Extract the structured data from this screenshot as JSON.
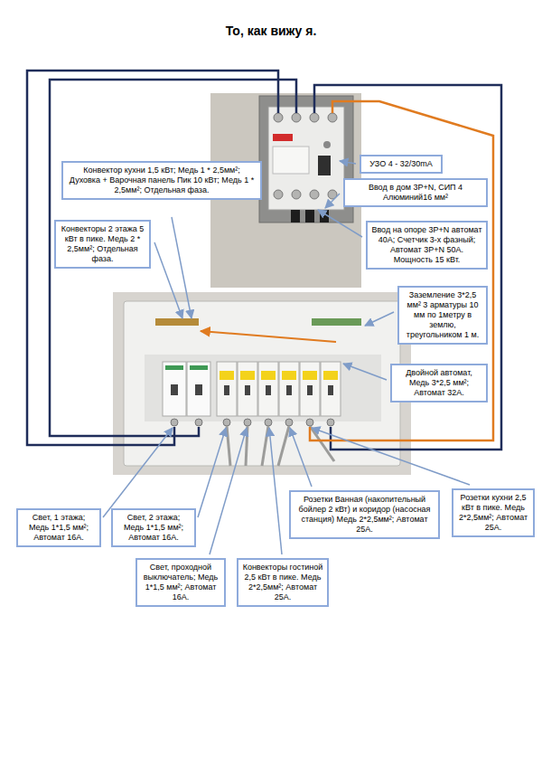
{
  "diagram": {
    "title": "То, как вижу я.",
    "nodes": [
      {
        "text": [
          "Конвектор кухни 1,5 кВт; Медь 1 * 2,5мм²; Духовка + Варочная панель Пик 10 кВт; Медь 1 * 2,5мм²; Отдельная фаза."
        ]
      },
      {
        "text": [
          "УЗО 4 - 32/30mA"
        ]
      },
      {
        "text": [
          "Ввод в дом 3Р+N, СИП 4 Алюминий16 мм²"
        ]
      },
      {
        "text": [
          "Ввод на опоре 3Р+N автомат 40А; Счетчик 3-х фазный; Автомат 3Р+N 50А. Мощность 15 кВт."
        ]
      },
      {
        "text": [
          "Конвекторы 2 этажа 5 кВт в пике. Медь 2 * 2,5мм²; Отдельная фаза."
        ]
      },
      {
        "text": [
          "Заземление 3*2,5 мм² 3 арматуры 10 мм по 1метру в землю, треугольником 1 м."
        ]
      },
      {
        "text": [
          "Двойной автомат, Медь 3*2,5 мм²; Автомат 32А."
        ]
      },
      {
        "text": [
          "Свет, 1 этажа; Медь 1*1,5 мм²; Автомат 16А."
        ]
      },
      {
        "text": [
          "Свет, 2 этажа; Медь 1*1,5 мм²; Автомат 16А."
        ]
      },
      {
        "text": [
          "Свет, проходной выключатель; Медь 1*1,5 мм²; Автомат 16А."
        ]
      },
      {
        "text": [
          "Конвекторы гостиной 2,5 кВт в пике. Медь 2*2,5мм²; Автомат 25А."
        ]
      },
      {
        "text": [
          "Розетки Ванная (накопительный бойлер 2 кВт) и коридор (насосная станция) Медь 2*2,5мм²; Автомат 25А."
        ]
      },
      {
        "text": [
          "Розетки кухни 2,5 кВт в пике. Медь 2*2,5мм²; Автомат 25А."
        ]
      }
    ]
  }
}
